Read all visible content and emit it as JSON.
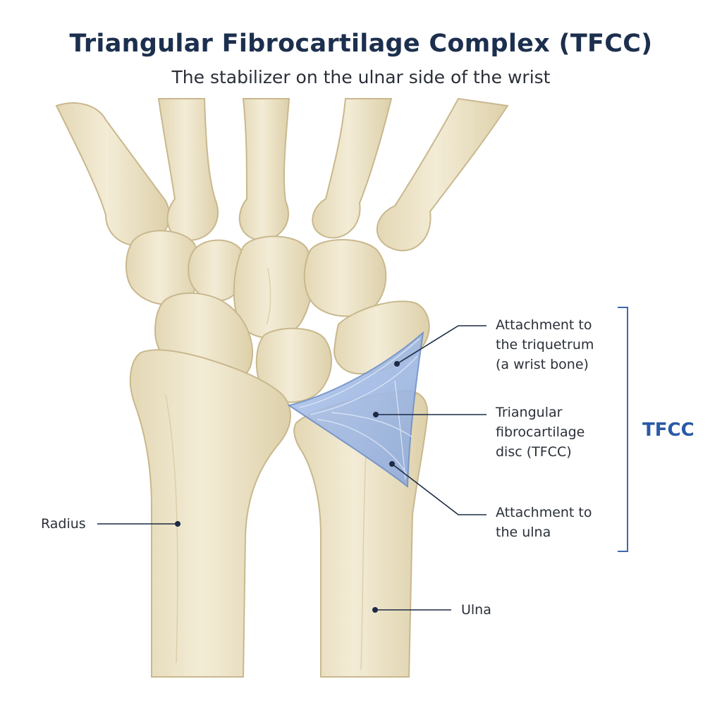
{
  "title": "Triangular Fibrocartilage Complex (TFCC)",
  "subtitle": "The stabilizer on the ulnar side of the wrist",
  "labels": {
    "triquetrum": [
      "Attachment to",
      "the triquetrum",
      "(a wrist bone)"
    ],
    "disc": [
      "Triangular",
      "fibrocartilage",
      "disc (TFCC)"
    ],
    "ulna_attachment": [
      "Attachment to",
      "the ulna"
    ],
    "radius": "Radius",
    "ulna": "Ulna",
    "bracket": "TFCC"
  },
  "colors": {
    "title": "#1c2f4e",
    "bone_fill": "#ede4c9",
    "bone_outline": "#c9b88e",
    "tfcc_fill": "#9fb9e3",
    "tfcc_outline": "#6f90c8",
    "bracket": "#3d68b0",
    "leader": "#1c2a45"
  }
}
